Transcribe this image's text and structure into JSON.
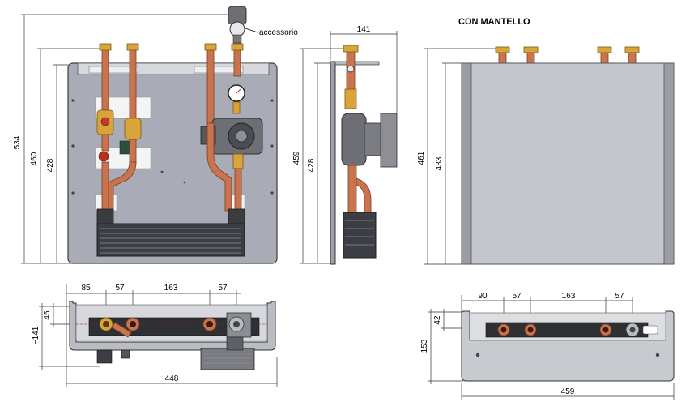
{
  "labels": {
    "accessory": "accessorio",
    "con_mantello": "CON MANTELLO"
  },
  "dimensions": {
    "front_total_height": "534",
    "front_plate_height": "460",
    "front_inner_height": "428",
    "side_depth": "141",
    "side_height_outer": "459",
    "side_height_inner": "428",
    "mantle_height_outer": "461",
    "mantle_height_inner": "433",
    "bottom_left": {
      "spacing_1": "85",
      "spacing_2": "57",
      "spacing_3": "163",
      "spacing_4": "57",
      "depth_top": "45",
      "depth_total": "~141",
      "width": "448"
    },
    "bottom_right": {
      "spacing_1": "90",
      "spacing_2": "57",
      "spacing_3": "163",
      "spacing_4": "57",
      "depth_top": "42",
      "depth_total": "153",
      "width": "459"
    }
  },
  "colors": {
    "plate": "#a9acb6",
    "copper": "#c9734f",
    "brass": "#d9a43a",
    "pump": "#6d6f75",
    "heat_exchanger": "#3c3e43"
  }
}
